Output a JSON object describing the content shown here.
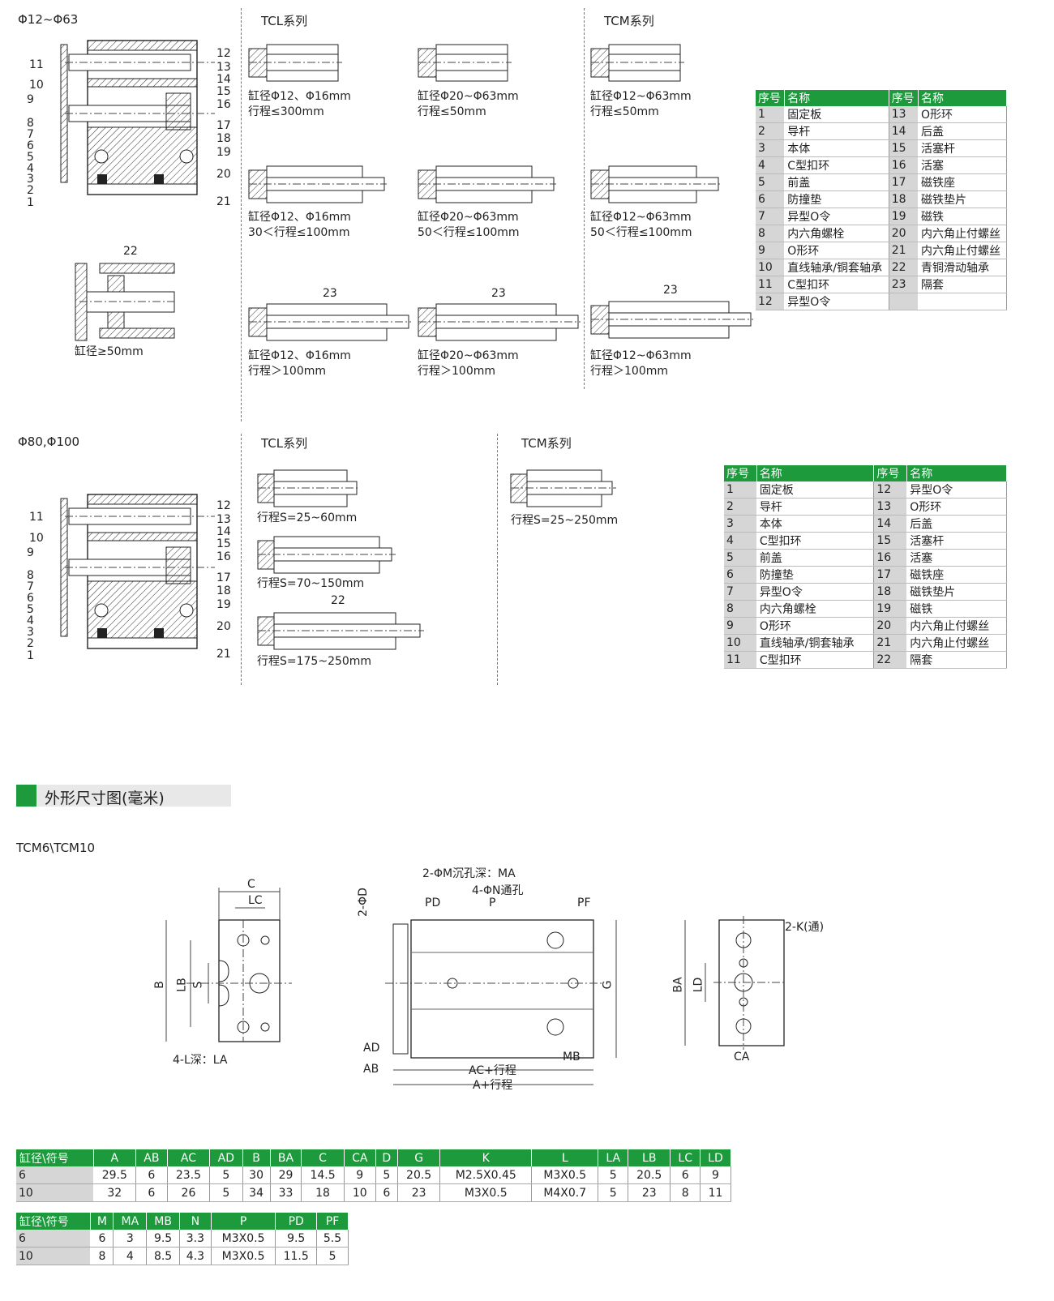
{
  "sections": {
    "sec1_range": "Φ12~Φ63",
    "sec1_tcl": "TCL系列",
    "sec1_tcm": "TCM系列",
    "sec2_range": "Φ80,Φ100",
    "sec2_tcl": "TCL系列",
    "sec2_tcm": "TCM系列"
  },
  "cross_section_labels_1": {
    "left": [
      "11",
      "10",
      "9",
      "8",
      "7",
      "6",
      "5",
      "4",
      "3",
      "2",
      "1"
    ],
    "right": [
      "12",
      "13",
      "14",
      "15",
      "16",
      "17",
      "18",
      "19",
      "20",
      "21"
    ]
  },
  "cross_section_labels_2": {
    "left": [
      "11",
      "10",
      "9",
      "8",
      "7",
      "6",
      "5",
      "4",
      "3",
      "2",
      "1"
    ],
    "right": [
      "12",
      "13",
      "14",
      "15",
      "16",
      "17",
      "18",
      "19",
      "20",
      "21"
    ]
  },
  "detail": {
    "label": "22",
    "caption": "缸径≥50mm"
  },
  "variants_1": [
    {
      "l1": "缸径Φ12、Φ16mm",
      "l2": "行程≤300mm"
    },
    {
      "l1": "缸径Φ20~Φ63mm",
      "l2": "行程≤50mm"
    },
    {
      "l1": "缸径Φ12~Φ63mm",
      "l2": "行程≤50mm"
    },
    {
      "l1": "缸径Φ12、Φ16mm",
      "l2": "30＜行程≤100mm"
    },
    {
      "l1": "缸径Φ20~Φ63mm",
      "l2": "50＜行程≤100mm"
    },
    {
      "l1": "缸径Φ12~Φ63mm",
      "l2": "50＜行程≤100mm"
    },
    {
      "l1": "缸径Φ12、Φ16mm",
      "l2": "行程＞100mm",
      "tag": "23"
    },
    {
      "l1": "缸径Φ20~Φ63mm",
      "l2": "行程＞100mm",
      "tag": "23"
    },
    {
      "l1": "缸径Φ12~Φ63mm",
      "l2": "行程＞100mm",
      "tag": "23"
    }
  ],
  "variants_2": [
    {
      "l1": "行程S=25~60mm"
    },
    {
      "l1": "行程S=70~150mm"
    },
    {
      "l1": "行程S=175~250mm",
      "tag": "22"
    },
    {
      "l1": "行程S=25~250mm"
    }
  ],
  "parts_table_1": {
    "headers": [
      "序号",
      "名称",
      "序号",
      "名称"
    ],
    "rows": [
      [
        "1",
        "固定板",
        "13",
        "O形环"
      ],
      [
        "2",
        "导杆",
        "14",
        "后盖"
      ],
      [
        "3",
        "本体",
        "15",
        "活塞杆"
      ],
      [
        "4",
        "C型扣环",
        "16",
        "活塞"
      ],
      [
        "5",
        "前盖",
        "17",
        "磁铁座"
      ],
      [
        "6",
        "防撞垫",
        "18",
        "磁铁垫片"
      ],
      [
        "7",
        "异型O令",
        "19",
        "磁铁"
      ],
      [
        "8",
        "内六角螺栓",
        "20",
        "内六角止付螺丝"
      ],
      [
        "9",
        "O形环",
        "21",
        "内六角止付螺丝"
      ],
      [
        "10",
        "直线轴承/铜套轴承",
        "22",
        "青铜滑动轴承"
      ],
      [
        "11",
        "C型扣环",
        "23",
        "隔套"
      ],
      [
        "12",
        "异型O令",
        "",
        ""
      ]
    ]
  },
  "parts_table_2": {
    "headers": [
      "序号",
      "名称",
      "序号",
      "名称"
    ],
    "rows": [
      [
        "1",
        "固定板",
        "12",
        "异型O令"
      ],
      [
        "2",
        "导杆",
        "13",
        "O形环"
      ],
      [
        "3",
        "本体",
        "14",
        "后盖"
      ],
      [
        "4",
        "C型扣环",
        "15",
        "活塞杆"
      ],
      [
        "5",
        "前盖",
        "16",
        "活塞"
      ],
      [
        "6",
        "防撞垫",
        "17",
        "磁铁座"
      ],
      [
        "7",
        "异型O令",
        "18",
        "磁铁垫片"
      ],
      [
        "8",
        "内六角螺栓",
        "19",
        "磁铁"
      ],
      [
        "9",
        "O形环",
        "20",
        "内六角止付螺丝"
      ],
      [
        "10",
        "直线轴承/铜套轴承",
        "21",
        "内六角止付螺丝"
      ],
      [
        "11",
        "C型扣环",
        "22",
        "隔套"
      ]
    ]
  },
  "dims_header": "外形尺寸图(毫米)",
  "model_label": "TCM6\\TCM10",
  "drawing_labels": {
    "C": "C",
    "LC": "LC",
    "B": "B",
    "LB": "LB",
    "S": "S",
    "L": "4-L深：LA",
    "D": "2-ΦD",
    "M": "2-ΦM沉孔深：MA",
    "N": "4-ΦN通孔",
    "PD": "PD",
    "P": "P",
    "PF": "PF",
    "G": "G",
    "AD": "AD",
    "AB": "AB",
    "AC": "AC+行程",
    "A": "A+行程",
    "MB": "MB",
    "K": "2-K(通)",
    "BA": "BA",
    "LD": "LD",
    "CA": "CA"
  },
  "dim_table_1": {
    "headers": [
      "缸径\\符号",
      "A",
      "AB",
      "AC",
      "AD",
      "B",
      "BA",
      "C",
      "CA",
      "D",
      "G",
      "K",
      "L",
      "LA",
      "LB",
      "LC",
      "LD"
    ],
    "rows": [
      [
        "6",
        "29.5",
        "6",
        "23.5",
        "5",
        "30",
        "29",
        "14.5",
        "9",
        "5",
        "20.5",
        "M2.5X0.45",
        "M3X0.5",
        "5",
        "20.5",
        "6",
        "9"
      ],
      [
        "10",
        "32",
        "6",
        "26",
        "5",
        "34",
        "33",
        "18",
        "10",
        "6",
        "23",
        "M3X0.5",
        "M4X0.7",
        "5",
        "23",
        "8",
        "11"
      ]
    ]
  },
  "dim_table_2": {
    "headers": [
      "缸径\\符号",
      "M",
      "MA",
      "MB",
      "N",
      "P",
      "PD",
      "PF"
    ],
    "rows": [
      [
        "6",
        "6",
        "3",
        "9.5",
        "3.3",
        "M3X0.5",
        "9.5",
        "5.5"
      ],
      [
        "10",
        "8",
        "4",
        "8.5",
        "4.3",
        "M3X0.5",
        "11.5",
        "5"
      ]
    ]
  },
  "colors": {
    "accent": "#1c9a3c",
    "num_cell": "#d6d6d6"
  }
}
